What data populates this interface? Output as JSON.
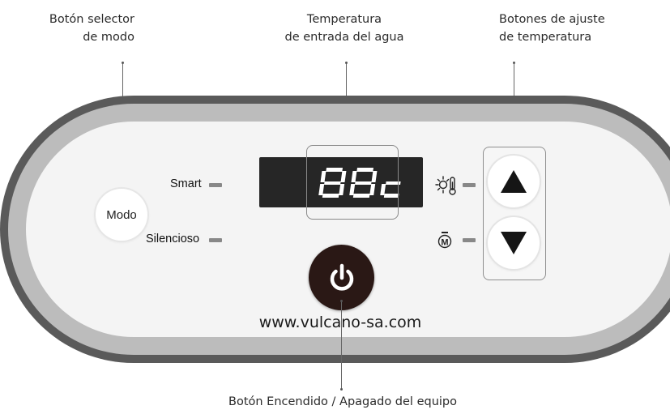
{
  "callouts": {
    "mode_selector": [
      "Botón selector",
      "de modo"
    ],
    "water_temp": [
      "Temperatura",
      "de entrada del agua"
    ],
    "temp_adjust": [
      "Botones de ajuste",
      "de temperatura"
    ],
    "power": "Botón Encendido / Apagado del equipo"
  },
  "panel": {
    "mode_button_label": "Modo",
    "mode_smart_label": "Smart",
    "mode_silent_label": "Silencioso",
    "display_value": "88c",
    "website": "www.vulcano-sa.com"
  },
  "icons": {
    "heating": "sun-thermometer-icon",
    "manual": "manual-m-icon",
    "up": "triangle-up-icon",
    "down": "triangle-down-icon",
    "power": "power-icon"
  },
  "colors": {
    "frame_outer": "#5a5a5a",
    "frame_mid": "#bcbcbc",
    "panel_face": "#f4f4f4",
    "display_bg": "#262626",
    "display_digits": "#ffffff",
    "power_button": "#2a1815",
    "led": "#888888"
  }
}
